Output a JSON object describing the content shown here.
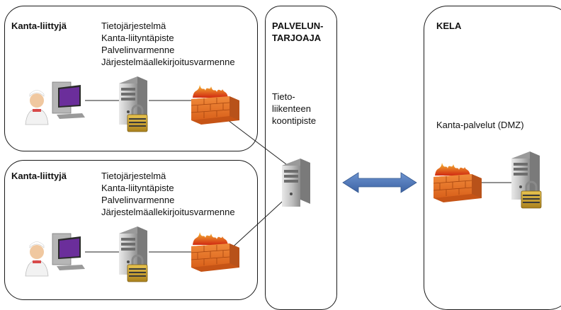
{
  "clients": [
    {
      "title": "Kanta-liittyjä",
      "items": [
        "Tietojärjestelmä",
        "Kanta-liityntäpiste",
        "Palvelinvarmenne",
        "Järjestelmäallekirjoitusvarmenne"
      ]
    },
    {
      "title": "Kanta-liittyjä",
      "items": [
        "Tietojärjestelmä",
        "Kanta-liityntäpiste",
        "Palvelinvarmenne",
        "Järjestelmäallekirjoitusvarmenne"
      ]
    }
  ],
  "provider": {
    "title": "PALVELUN-\nTARJOAJA",
    "hub_label": "Tieto-\nliikenteen\nkoontipiste"
  },
  "kela": {
    "title": "KELA",
    "service_label": "Kanta-palvelut (DMZ)"
  },
  "icons": [
    "user-workstation-icon",
    "server-icon",
    "padlock-icon",
    "firewall-icon",
    "bidirectional-arrow-icon"
  ],
  "colors": {
    "arrow": "#4a72b0",
    "firewall": "#e8772a",
    "flame": "#d63a1a",
    "padlock": "#c8a02a",
    "monitor": "#6b2e9b"
  }
}
